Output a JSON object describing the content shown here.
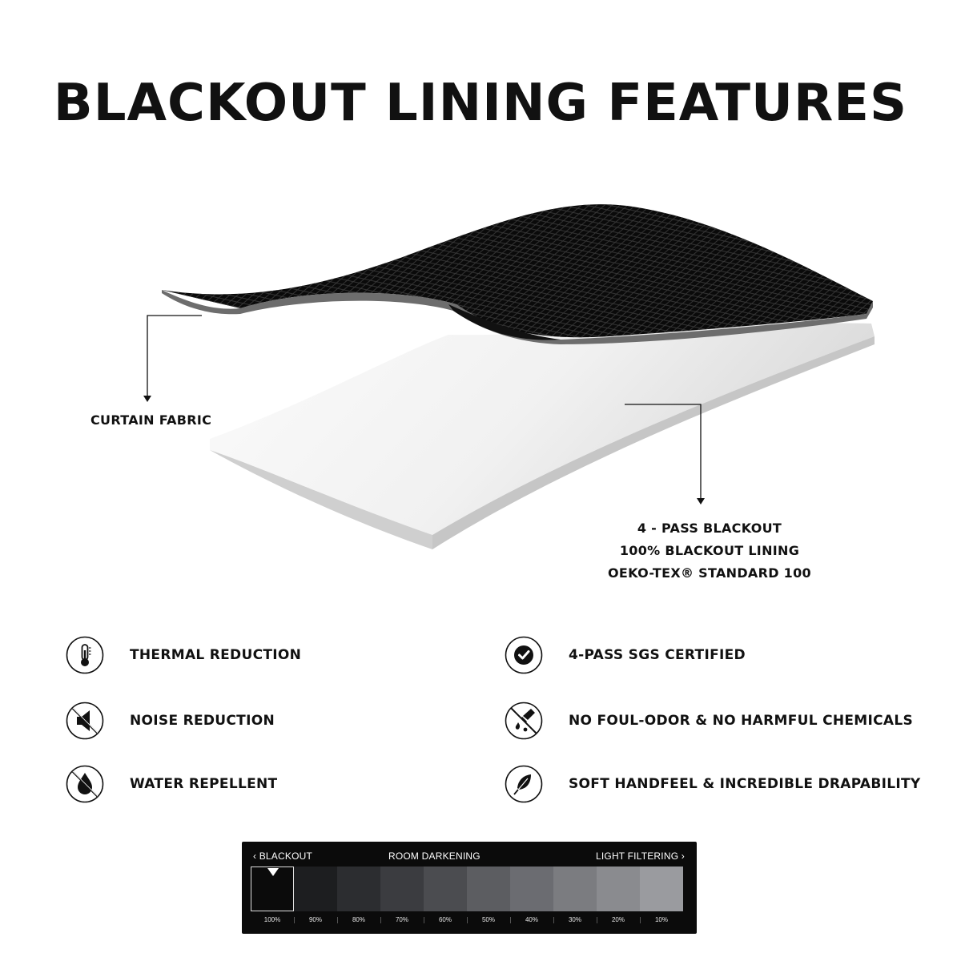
{
  "title": "BLACKOUT LINING FEATURES",
  "callouts": {
    "curtain_fabric": "CURTAIN FABRIC",
    "blackout": [
      "4 - PASS BLACKOUT",
      "100% BLACKOUT LINING",
      "OEKO-TEX® STANDARD 100"
    ]
  },
  "features": [
    {
      "label": "THERMAL REDUCTION",
      "icon": "thermometer-icon"
    },
    {
      "label": "4-PASS SGS CERTIFIED",
      "icon": "checkmark-badge-icon"
    },
    {
      "label": "NOISE REDUCTION",
      "icon": "muted-speaker-icon"
    },
    {
      "label": "NO FOUL-ODOR & NO HARMFUL CHEMICALS",
      "icon": "no-chemicals-icon"
    },
    {
      "label": "WATER REPELLENT",
      "icon": "water-drop-icon"
    },
    {
      "label": "SOFT HANDFEEL & INCREDIBLE DRAPABILITY",
      "icon": "feather-icon"
    }
  ],
  "light_scale": {
    "left_label": "‹ BLACKOUT",
    "center_label": "ROOM DARKENING",
    "right_label": "LIGHT FILTERING ›",
    "levels": [
      "100%",
      "90%",
      "80%",
      "70%",
      "60%",
      "50%",
      "40%",
      "30%",
      "20%",
      "10%"
    ],
    "colors": [
      "#0b0b0b",
      "#1d1e20",
      "#2c2d30",
      "#3b3c40",
      "#4b4c50",
      "#5c5d61",
      "#6b6c71",
      "#7b7c80",
      "#8a8b8f",
      "#9a9b9f"
    ],
    "selected_level": "100%"
  }
}
